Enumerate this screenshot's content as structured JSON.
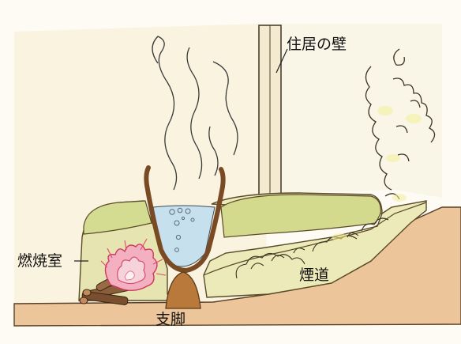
{
  "labels": {
    "wall": "住居の壁",
    "combustion_chamber": "燃焼室",
    "flue": "煙道",
    "trivet": "支脚"
  },
  "colors": {
    "background": "#fdfbf4",
    "wall": "#f4ecd2",
    "ground": "#ebc69c",
    "stove_body": "#dcdf9f",
    "water": "#bfdcec",
    "pot": "#8a5a2e",
    "trivet": "#b87a3a",
    "flame": "#ec6f8c",
    "smoke_stroke": "#3a3320",
    "smoke_fill": "#f5f2a8"
  },
  "icons": [
    "steam-icon",
    "fire-icon",
    "firewood-icon",
    "pot-icon",
    "trivet-icon",
    "smoke-icon"
  ]
}
